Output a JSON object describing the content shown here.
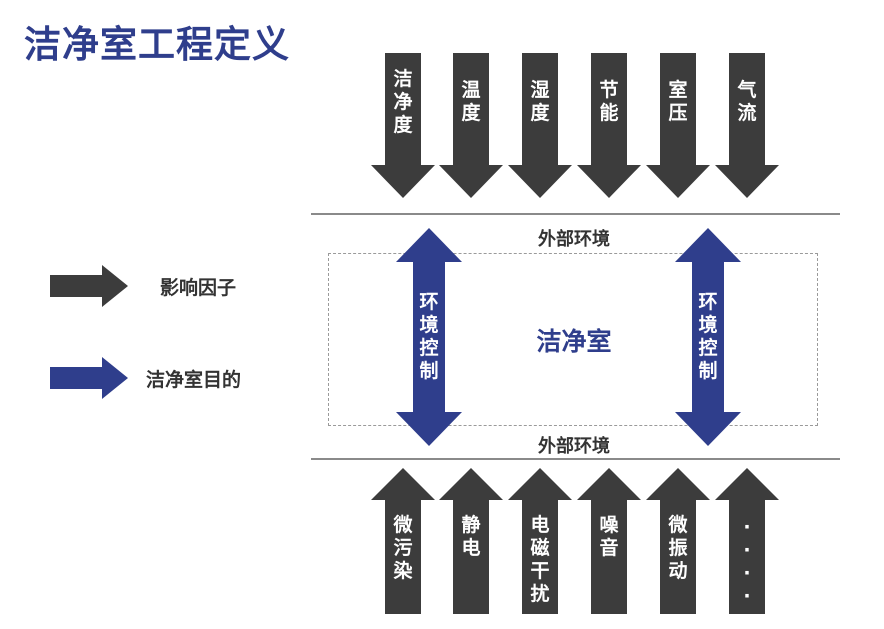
{
  "title": "洁净室工程定义",
  "center_label": "洁净室",
  "env_label_top": "外部环境",
  "env_label_bottom": "外部环境",
  "top_arrows": [
    "洁\n净\n度",
    "温\n度",
    "湿\n度",
    "节\n能",
    "室\n压",
    "气\n流"
  ],
  "bottom_arrows": [
    "微\n污\n染",
    "静\n电",
    "电\n磁\n干\n扰",
    "噪\n音",
    "微\n振\n动",
    "·\n·\n·\n·"
  ],
  "control_left": "环\n境\n控\n制",
  "control_right": "环\n境\n控\n制",
  "legend": {
    "factor_label": "影响因子",
    "purpose_label": "洁净室目的"
  },
  "colors": {
    "dark_arrow": "#3c3c3c",
    "blue_arrow": "#2f3e8c",
    "title": "#2f3e8c"
  }
}
